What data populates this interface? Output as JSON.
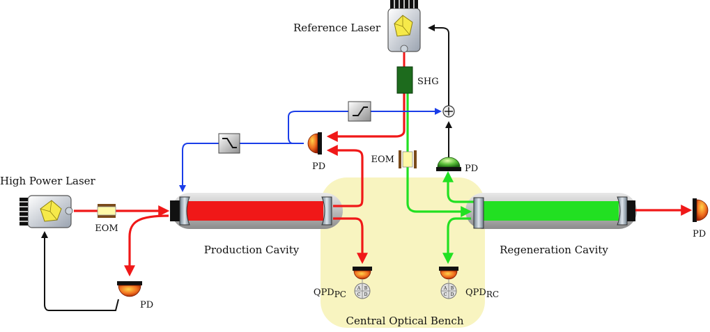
{
  "labels": {
    "high_power_laser": "High Power Laser",
    "reference_laser": "Reference Laser",
    "shg": "SHG",
    "eom_left": "EOM",
    "eom_center": "EOM",
    "pd_upper": "PD",
    "pd_green": "PD",
    "pd_lower": "PD",
    "pd_right": "PD",
    "production_cavity": "Production Cavity",
    "regeneration_cavity": "Regeneration Cavity",
    "central_optical_bench": "Central Optical Bench",
    "qpd_pc_main": "QPD",
    "qpd_pc_sub": "PC",
    "qpd_rc_main": "QPD",
    "qpd_rc_sub": "RC",
    "quadrant_letters": [
      "A",
      "B",
      "C",
      "D"
    ]
  },
  "colors": {
    "red_beam": "#f01818",
    "green_beam": "#22e022",
    "blue_signal": "#1a3de8",
    "black_signal": "#111111",
    "bench_fill": "#f8f4c0",
    "shg_fill": "#1d6b1d"
  },
  "icons": {
    "laser": "laser-box-icon",
    "photodiode": "photodiode-icon",
    "qpd": "quadrant-photodiode-icon",
    "filter_lowpass": "lowpass-filter-icon",
    "filter_highpass": "highpass-filter-icon",
    "summing_junction": "summing-junction-icon"
  }
}
